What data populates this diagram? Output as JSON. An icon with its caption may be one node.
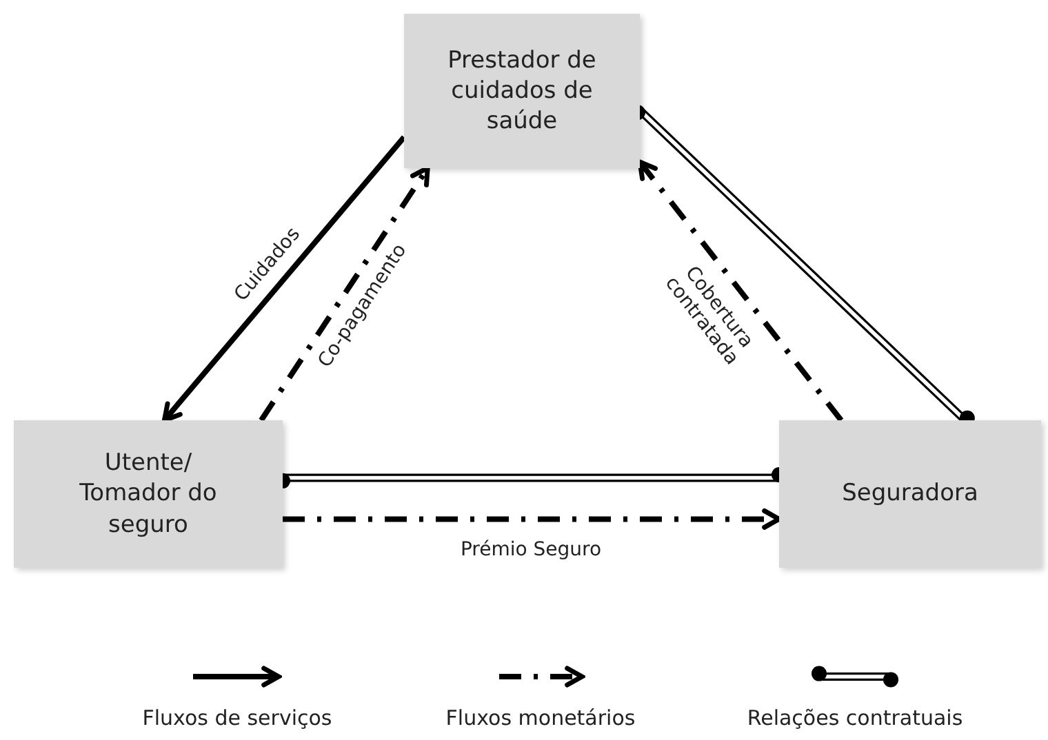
{
  "diagram": {
    "nodes": [
      {
        "text": [
          "Prestador de cuidados de saúde"
        ]
      },
      {
        "text": [
          "Utente/ Tomador do seguro"
        ]
      },
      {
        "text": [
          "Seguradora"
        ]
      }
    ],
    "edges": [
      {
        "from": 0,
        "to": 1,
        "arrow": "to",
        "label": "Cuidados"
      },
      {
        "from": 1,
        "to": 0,
        "arrow": "to",
        "style": "dashed",
        "label": "Co-pagamento"
      },
      {
        "from": 0,
        "to": 2,
        "arrow": "other"
      },
      {
        "from": 2,
        "to": 0,
        "arrow": "to",
        "style": "dashed",
        "label": "Cobertura contratada"
      },
      {
        "from": 1,
        "to": 2,
        "arrow": "other"
      },
      {
        "from": 1,
        "to": 2,
        "arrow": "to",
        "style": "dashed",
        "label": "Prémio Seguro"
      }
    ],
    "legend": [
      {
        "text": "Fluxos de serviços"
      },
      {
        "text": "Fluxos monetários"
      },
      {
        "text": "Relações contratuais"
      }
    ]
  }
}
